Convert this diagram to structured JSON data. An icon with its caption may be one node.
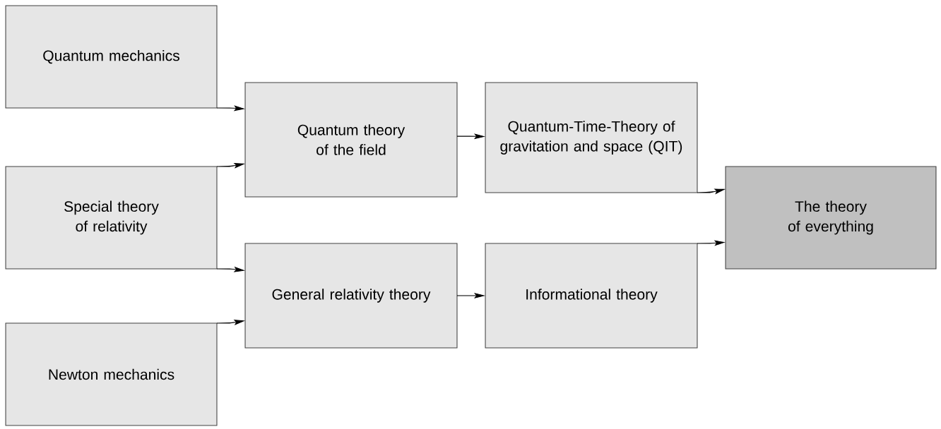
{
  "diagram": {
    "nodes": [
      {
        "text": [
          "Quantum mechanics"
        ]
      },
      {
        "text": [
          "Special theory of relativity"
        ]
      },
      {
        "text": [
          "Newton mechanics"
        ]
      },
      {
        "text": [
          "Quantum theory of the field"
        ]
      },
      {
        "text": [
          "General relativity theory"
        ]
      },
      {
        "text": [
          "Quantum-Time-Theory of gravitation and space (QIT)"
        ]
      },
      {
        "text": [
          "Informational theory"
        ]
      },
      {
        "text": [
          "The theory of everything"
        ]
      }
    ],
    "edges": [
      {
        "from": 0,
        "to": 3,
        "arrow": "to"
      },
      {
        "from": 1,
        "to": 3,
        "arrow": "to"
      },
      {
        "from": 1,
        "to": 4,
        "arrow": "to"
      },
      {
        "from": 2,
        "to": 4,
        "arrow": "to"
      },
      {
        "from": 3,
        "to": 5,
        "arrow": "to"
      },
      {
        "from": 4,
        "to": 6,
        "arrow": "to"
      },
      {
        "from": 5,
        "to": 7,
        "arrow": "to"
      },
      {
        "from": 6,
        "to": 7,
        "arrow": "to"
      }
    ]
  }
}
